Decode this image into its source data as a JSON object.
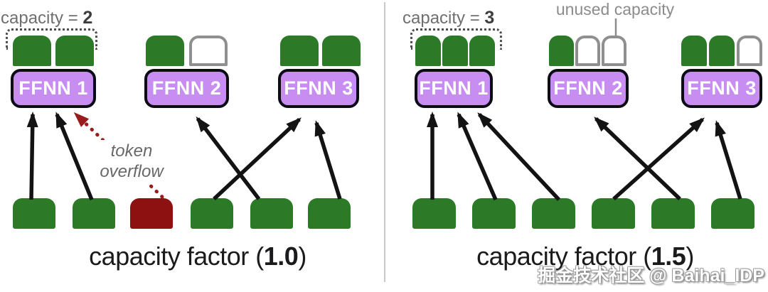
{
  "watermark": "掘金技术社区 @ Baihai_IDP",
  "colors": {
    "token_green": "#2c7a28",
    "token_red": "#8e1111",
    "expert_fill": "#c78df1",
    "expert_border": "#0c0c14",
    "empty_slot_border": "#8f8f8f",
    "arrow": "#131313",
    "overflow_arrow": "#991b1b",
    "capacity_outline": "#4d4d4d",
    "label_gray": "#6f6f6f",
    "unused_label_gray": "#8c8c8c",
    "overflow_label_gray": "#686868",
    "caption_color": "#1b1b1d",
    "divider": "#c9c9c9",
    "pointer_line": "#8c8c8c",
    "watermark_fill": "#fdfdfd"
  },
  "panels": [
    {
      "name": "capacity-factor-1.0",
      "capacity_label": {
        "prefix": "capacity = ",
        "value": "2"
      },
      "caption": {
        "prefix": "capacity factor (",
        "value": "1.0",
        "suffix": ")"
      },
      "experts": [
        {
          "label": "FFNN 1",
          "slots": [
            "filled",
            "filled"
          ],
          "capacity_outline": true
        },
        {
          "label": "FFNN 2",
          "slots": [
            "filled",
            "empty"
          ]
        },
        {
          "label": "FFNN 3",
          "slots": [
            "filled",
            "filled"
          ]
        }
      ],
      "tokens": [
        "green",
        "green",
        "red",
        "green",
        "green",
        "green"
      ],
      "routes": [
        {
          "from_token": 1,
          "to_expert": "FFNN 1",
          "style": "solid"
        },
        {
          "from_token": 2,
          "to_expert": "FFNN 1",
          "style": "solid"
        },
        {
          "from_token": 3,
          "to_expert": "FFNN 1",
          "style": "overflow-dotted"
        },
        {
          "from_token": 4,
          "to_expert": "FFNN 3",
          "style": "solid"
        },
        {
          "from_token": 5,
          "to_expert": "FFNN 2",
          "style": "solid"
        },
        {
          "from_token": 6,
          "to_expert": "FFNN 3",
          "style": "solid"
        }
      ],
      "overflow_label": {
        "line1": "token",
        "line2": "overflow"
      }
    },
    {
      "name": "capacity-factor-1.5",
      "capacity_label": {
        "prefix": "capacity = ",
        "value": "3"
      },
      "unused_capacity_label": "unused capacity",
      "caption": {
        "prefix": "capacity factor (",
        "value": "1.5",
        "suffix": ")"
      },
      "experts": [
        {
          "label": "FFNN 1",
          "slots": [
            "filled",
            "filled",
            "filled"
          ],
          "capacity_outline": true
        },
        {
          "label": "FFNN 2",
          "slots": [
            "filled",
            "empty",
            "empty"
          ]
        },
        {
          "label": "FFNN 3",
          "slots": [
            "filled",
            "filled",
            "empty"
          ]
        }
      ],
      "tokens": [
        "green",
        "green",
        "green",
        "green",
        "green",
        "green"
      ],
      "routes": [
        {
          "from_token": 1,
          "to_expert": "FFNN 1",
          "style": "solid"
        },
        {
          "from_token": 2,
          "to_expert": "FFNN 1",
          "style": "solid"
        },
        {
          "from_token": 3,
          "to_expert": "FFNN 1",
          "style": "solid"
        },
        {
          "from_token": 4,
          "to_expert": "FFNN 3",
          "style": "solid"
        },
        {
          "from_token": 5,
          "to_expert": "FFNN 2",
          "style": "solid"
        },
        {
          "from_token": 6,
          "to_expert": "FFNN 3",
          "style": "solid"
        }
      ]
    }
  ]
}
